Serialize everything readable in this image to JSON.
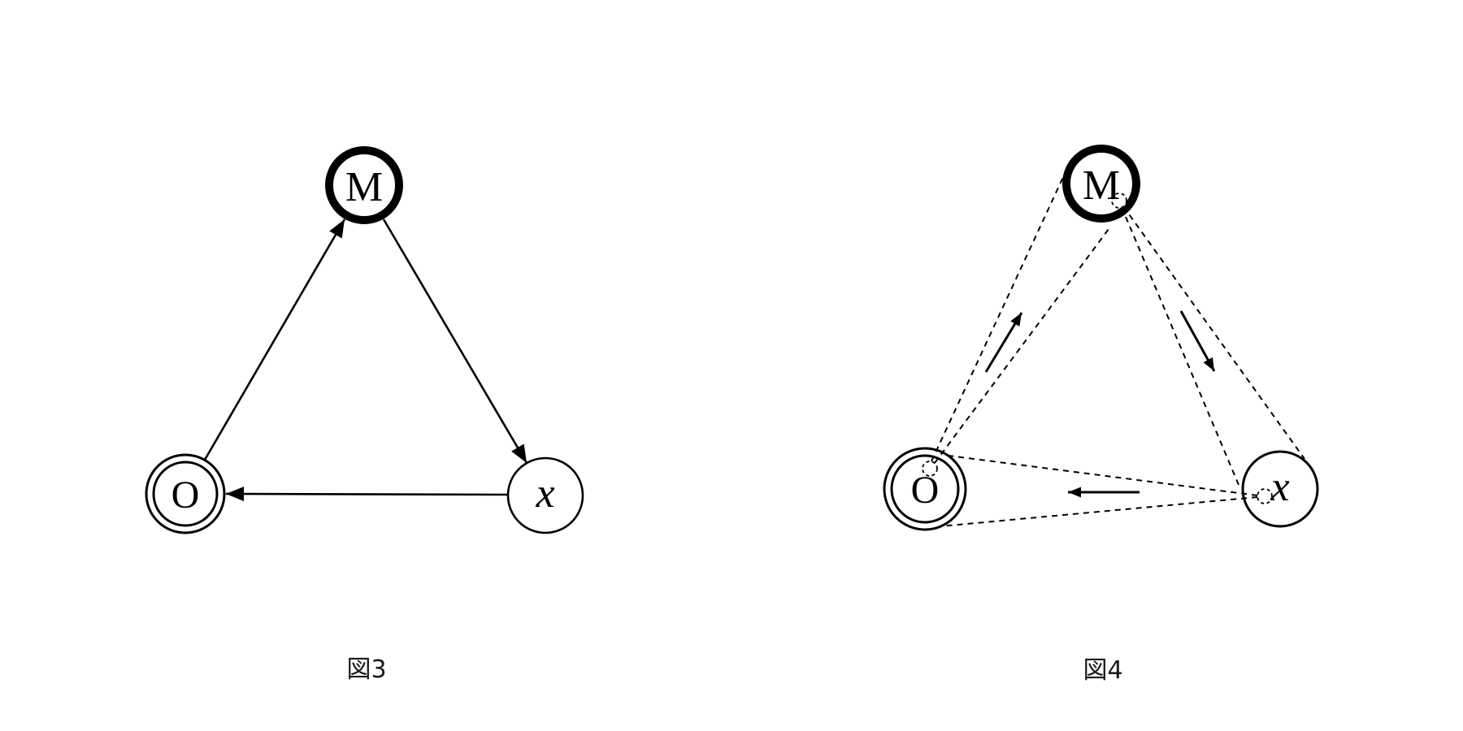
{
  "colors": {
    "ink": "#000000",
    "background": "#ffffff"
  },
  "figures": [
    {
      "caption": "図3",
      "line_style": "solid",
      "nodes": [
        {
          "id": "M",
          "label": "M",
          "style": "thick-circle",
          "position": "top"
        },
        {
          "id": "O",
          "label": "O",
          "style": "double-circle",
          "position": "bottom-left"
        },
        {
          "id": "x",
          "label": "x",
          "style": "plain-circle",
          "position": "bottom-right"
        }
      ],
      "edges": [
        {
          "from": "O",
          "to": "M",
          "arrow": "solid-line-arrowhead"
        },
        {
          "from": "M",
          "to": "x",
          "arrow": "solid-line-arrowhead"
        },
        {
          "from": "x",
          "to": "O",
          "arrow": "solid-line-arrowhead"
        }
      ]
    },
    {
      "caption": "図4",
      "line_style": "dashed-beam",
      "nodes": [
        {
          "id": "M",
          "label": "M",
          "style": "thick-circle",
          "position": "top"
        },
        {
          "id": "O",
          "label": "O",
          "style": "double-circle",
          "position": "bottom-left"
        },
        {
          "id": "x",
          "label": "x",
          "style": "plain-circle",
          "position": "bottom-right"
        }
      ],
      "edges": [
        {
          "from": "O",
          "to": "M",
          "arrow": "short-solid-arrow-inside-dashed-cone"
        },
        {
          "from": "M",
          "to": "x",
          "arrow": "short-solid-arrow-inside-dashed-cone"
        },
        {
          "from": "x",
          "to": "O",
          "arrow": "short-solid-arrow-inside-dashed-cone"
        }
      ]
    }
  ]
}
